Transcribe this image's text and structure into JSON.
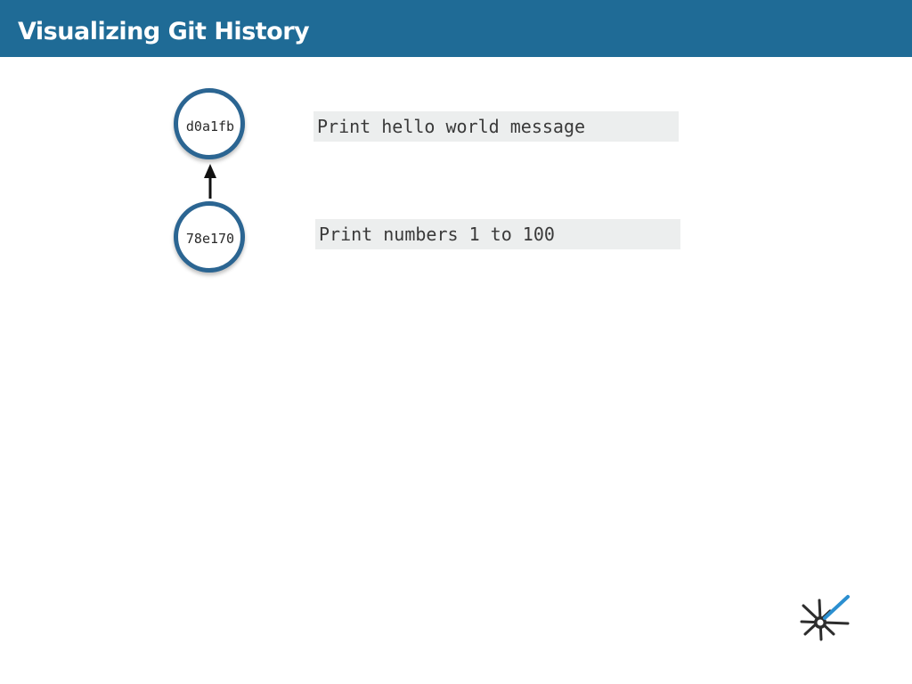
{
  "header": {
    "title": "Visualizing Git History",
    "background_color": "#1f6b96"
  },
  "commits": [
    {
      "hash": "d0a1fb",
      "message": "Print hello world message"
    },
    {
      "hash": "78e170",
      "message": "Print numbers 1 to 100"
    }
  ],
  "edges": [
    {
      "from": "78e170",
      "to": "d0a1fb"
    }
  ],
  "colors": {
    "node_border": "#2b6592",
    "message_background": "#eceeee",
    "arrow": "#111111",
    "logo_dark": "#2d2d2d",
    "logo_accent": "#2b8fd0"
  },
  "icons": {
    "logo": "software-carpentry-logo-icon"
  }
}
